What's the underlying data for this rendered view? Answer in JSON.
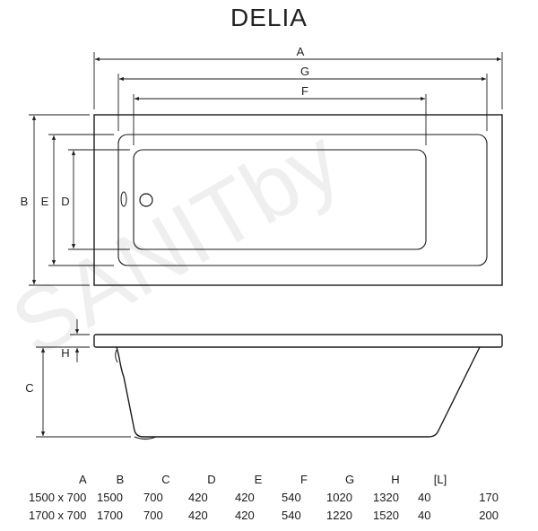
{
  "title": "DELIA",
  "watermark": "SANITby",
  "colors": {
    "line": "#1a1a1a",
    "background": "#ffffff"
  },
  "top_view_labels": {
    "a": "A",
    "g": "G",
    "f": "F",
    "b": "B",
    "e": "E",
    "d": "D"
  },
  "side_view_labels": {
    "h": "H",
    "c": "C"
  },
  "specs": {
    "headers": [
      "A",
      "B",
      "C",
      "D",
      "E",
      "F",
      "G",
      "H",
      "[L]",
      ""
    ],
    "rows": [
      [
        "1500 x 700",
        "1500",
        "700",
        "420",
        "420",
        "540",
        "1020",
        "1320",
        "40",
        "170"
      ],
      [
        "1700 x 700",
        "1700",
        "700",
        "420",
        "420",
        "540",
        "1220",
        "1520",
        "40",
        "200"
      ]
    ]
  }
}
